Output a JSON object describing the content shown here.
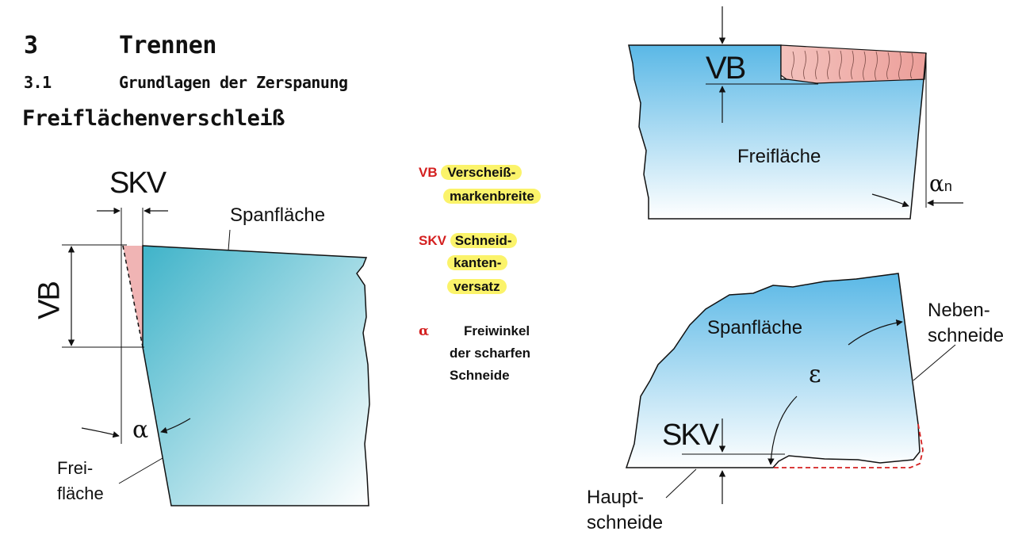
{
  "header": {
    "chapter_number": "3",
    "chapter_title": "Trennen",
    "section_number": "3.1",
    "section_title": "Grundlagen der Zerspanung",
    "topic": "Freiflächenverschleiß"
  },
  "legend": {
    "vb": {
      "key": "VB",
      "line1": "Verscheiß-",
      "line2": "markenbreite"
    },
    "skv": {
      "key": "SKV",
      "line1": "Schneid-",
      "line2": "kanten-",
      "line3": "versatz"
    },
    "alpha": {
      "key": "α",
      "line1": "Freiwinkel",
      "line2": "der scharfen",
      "line3": "Schneide"
    }
  },
  "left_diagram": {
    "skv": "SKV",
    "vb": "VB",
    "spanflaeche": "Spanfläche",
    "alpha": "α",
    "freiflaeche_line1": "Frei-",
    "freiflaeche_line2": "fläche"
  },
  "top_right_diagram": {
    "vb": "VB",
    "freiflaeche": "Freifläche",
    "alpha_n_symbol": "α",
    "alpha_n_subscript": "n"
  },
  "bottom_right_diagram": {
    "spanflaeche": "Spanfläche",
    "epsilon": "ε",
    "skv": "SKV",
    "nebenschneide_line1": "Neben-",
    "nebenschneide_line2": "schneide",
    "hauptschneide_line1": "Haupt-",
    "hauptschneide_line2": "schneide"
  },
  "colors": {
    "tool_blue": "#5ab8e6",
    "tool_fade": "#ffffff",
    "wear_pink": "#f0b4b4",
    "skv_red": "#d42020",
    "legend_highlight": "#fbf36a"
  }
}
